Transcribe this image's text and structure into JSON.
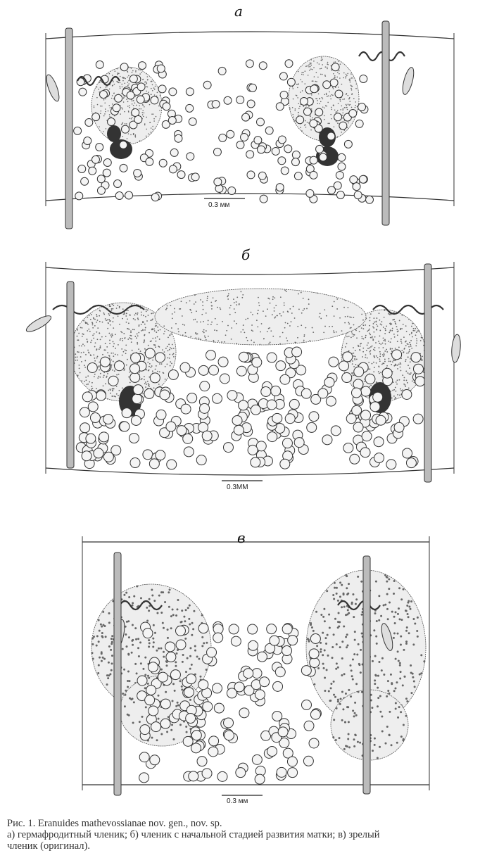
{
  "panels": [
    {
      "label": "а",
      "scale_label": "0.3 мм"
    },
    {
      "label": "б",
      "scale_label": "0.3ММ"
    },
    {
      "label": "в",
      "scale_label": "0.3 мм"
    }
  ],
  "caption": {
    "title": "Рис. 1. Eranuides mathevossianae nov. gen., nov. sp.",
    "line2": "а) гермафродитный членик; б) членик с начальной стадией развития матки; в) зрелый",
    "line3": "членик (оригинал)."
  }
}
